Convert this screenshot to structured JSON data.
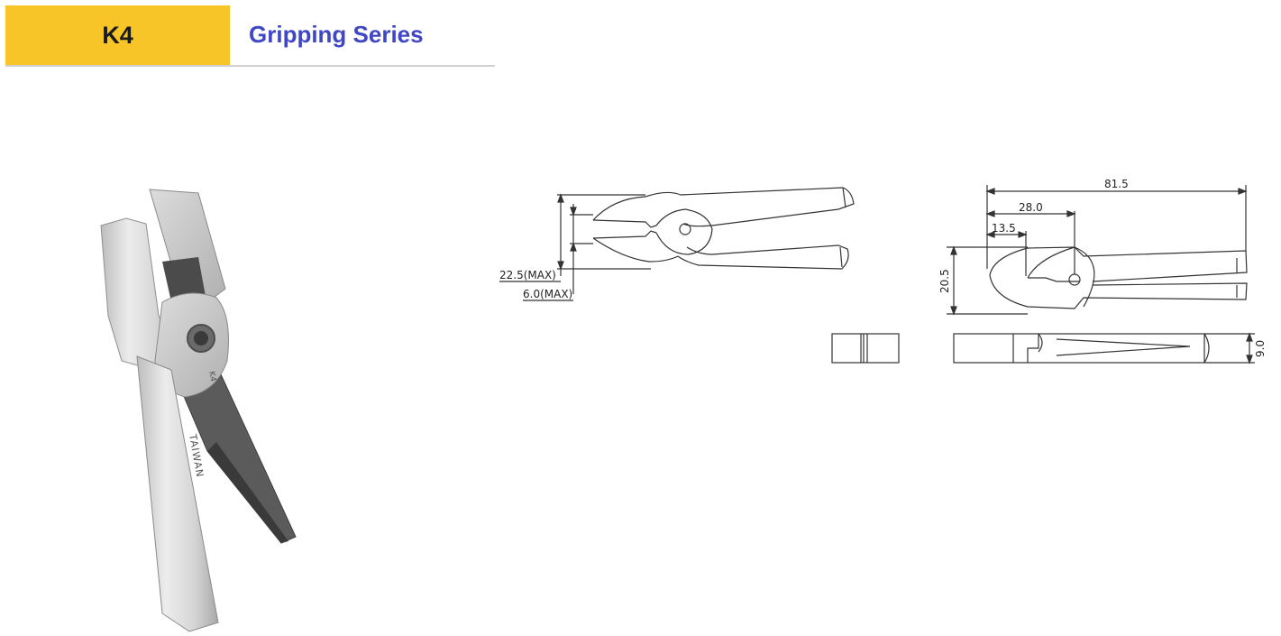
{
  "header": {
    "model": "K4",
    "series": "Gripping Series"
  },
  "product_photo": {
    "engraving_model": "K4",
    "engraving_origin": "TAIWAN"
  },
  "drawing": {
    "dims": {
      "opening_max": "22.5(MAX)",
      "min_max": "6.0(MAX)",
      "total_length": "81.5",
      "pivot_distance": "28.0",
      "jaw_length": "13.5",
      "height": "20.5",
      "thickness": "9.0"
    }
  },
  "colors": {
    "accent": "#f7c527",
    "title": "#3f47c4",
    "line": "#333333"
  }
}
